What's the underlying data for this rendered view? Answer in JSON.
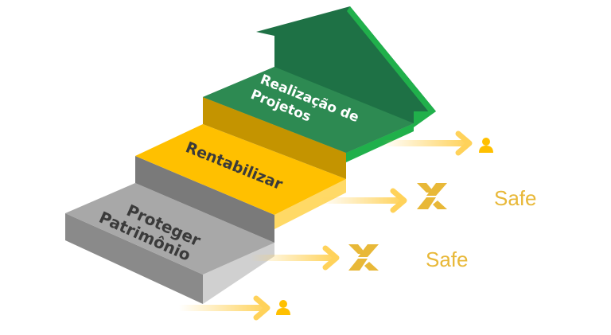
{
  "steps": {
    "step1": {
      "line1": "Proteger",
      "line2": "Patrimônio"
    },
    "step2": {
      "line1": "Rentabilizar"
    },
    "step3": {
      "line1": "Realização de",
      "line2": "Projetos"
    }
  },
  "outputs": {
    "row2_label": "Safe",
    "row3_label": "Safe"
  },
  "colors": {
    "green": "#1e7145",
    "yellow": "#ffc000",
    "grey": "#a6a6a6",
    "accent": "#e8b838"
  }
}
